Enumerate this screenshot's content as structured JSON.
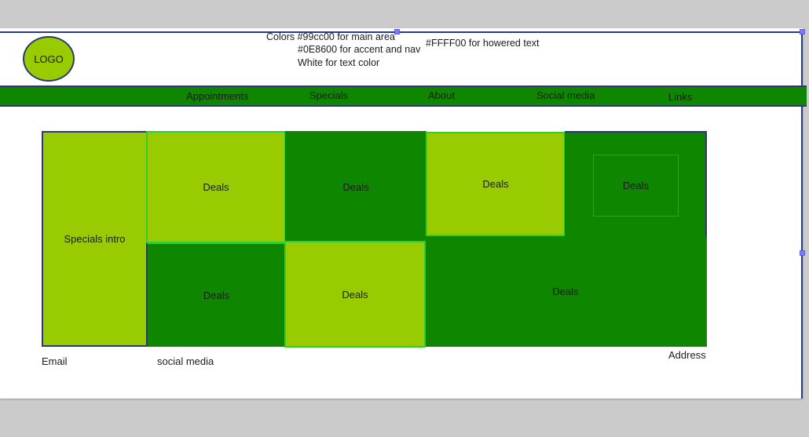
{
  "header": {
    "logo_label": "LOGO",
    "color_notes": {
      "main": "Colors #99cc00 for main area",
      "accent": "#0E8600 for accent and nav",
      "text": "White for text color",
      "hover": "#FFFF00 for howered text"
    }
  },
  "nav": {
    "items": [
      {
        "label": "Appointments"
      },
      {
        "label": "Specials"
      },
      {
        "label": "About"
      },
      {
        "label": "Social media"
      },
      {
        "label": "Links"
      }
    ]
  },
  "specials": {
    "intro": "Specials intro",
    "deals": [
      "Deals",
      "Deals",
      "Deals",
      "Deals",
      "Deals",
      "Deals",
      "Deals"
    ]
  },
  "footer": {
    "email": "Email",
    "social": "social media",
    "address": "Address"
  },
  "colors": {
    "main": "#99cc00",
    "accent": "#0e8600",
    "border": "#2a3a6a",
    "bright_border": "#33cc33",
    "selection": "#7b7bff"
  }
}
